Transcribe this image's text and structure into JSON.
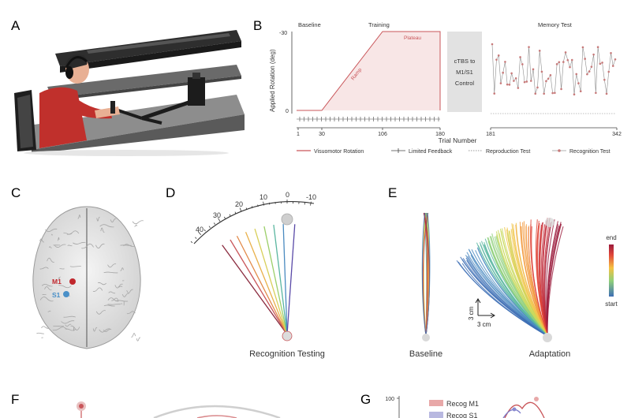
{
  "panels": {
    "A": "A",
    "B": "B",
    "C": "C",
    "D": "D",
    "E": "E",
    "F": "F",
    "G": "G"
  },
  "panel_b": {
    "phase_baseline": "Baseline",
    "phase_training": "Training",
    "phase_memory": "Memory Test",
    "ylabel": "Applied Rotation (deg)",
    "ytick_top": "-30",
    "ytick_zero": "0",
    "plateau_label": "Plateau",
    "ramp_label": "Ramp",
    "ctbs_lines": [
      "cTBS to",
      "M1/S1",
      "Control"
    ],
    "xticks_left": [
      "1",
      "30",
      "106",
      "180"
    ],
    "xticks_right": [
      "181",
      "342"
    ],
    "xlabel": "Trial Number",
    "legend": [
      "Visuomotor Rotation",
      "Limited Feedback",
      "Reproduction Test",
      "Recognition Test"
    ],
    "colors": {
      "rotation": "#c9565a",
      "fill": "#f8e6e6",
      "box": "#e2e2e2",
      "trace": "#8c8c8c",
      "dot": "#c87a7a"
    }
  },
  "panel_c": {
    "m1_label": "M1",
    "s1_label": "S1",
    "colors": {
      "m1": "#c0272d",
      "s1": "#4a90c8"
    }
  },
  "panel_d": {
    "ticks": [
      "40",
      "30",
      "20",
      "10",
      "0",
      "-10"
    ],
    "caption": "Recognition Testing"
  },
  "panel_e": {
    "colorbar_top": "end",
    "colorbar_bottom": "start",
    "scale_vertical": "3 cm",
    "scale_horizontal": "3 cm",
    "caption_left": "Baseline",
    "caption_right": "Adaptation"
  },
  "panel_g": {
    "ytick": "100",
    "legend": [
      "Recog M1",
      "Recog S1"
    ],
    "colors": {
      "m1": "#e8a8a8",
      "s1": "#b8b8e0"
    }
  }
}
